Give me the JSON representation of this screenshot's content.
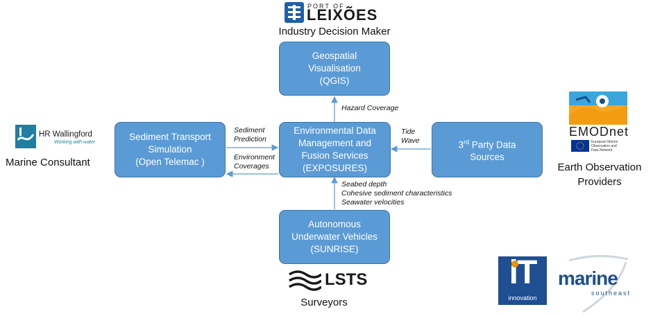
{
  "boxes": {
    "geo": [
      "Geospatial",
      "Visualisation",
      "(QGIS)"
    ],
    "env": [
      "Environmental Data",
      "Management and",
      "Fusion Services",
      "(EXPOSURES)"
    ],
    "sed": [
      "Sediment Transport",
      "Simulation",
      "(Open Telemac )"
    ],
    "third": {
      "num": "3",
      "sup": "rd",
      "rest": " Party Data",
      "line2": "Sources"
    },
    "auv": [
      "Autonomous",
      "Underwater Vehicles",
      "(SUNRISE)"
    ]
  },
  "labels": {
    "hazard": "Hazard Coverage",
    "sediment_prediction": [
      "Sediment",
      "Prediction"
    ],
    "environment_coverages": [
      "Environment",
      "Coverages"
    ],
    "tide_wave": [
      "Tide",
      "Wave"
    ],
    "seabed": [
      "Seabed depth",
      "Cohesive sediment characteristics",
      "Seawater velocities"
    ]
  },
  "captions": {
    "top": "Industry Decision Maker",
    "left": "Marine Consultant",
    "right": [
      "Earth Observation",
      "Providers"
    ],
    "bottom": "Surveyors"
  },
  "logos": {
    "port": {
      "small": "PORT OF",
      "big": "LEIXÕES"
    },
    "hr": {
      "name": "HR Wallingford",
      "tagline": "Working with water"
    },
    "emodnet": {
      "name": "EMODnet",
      "sub": [
        "European Marine",
        "Observation and",
        "Data Network"
      ]
    },
    "lsts": "LSTS",
    "it": {
      "letters": "iT",
      "word": "innovation"
    },
    "marine": {
      "word": "marine",
      "sub": "southeast"
    }
  },
  "colors": {
    "box_fill": "#5b9bd5",
    "box_border": "#41719c",
    "arrow": "#5b9bd5",
    "hr_teal": "#1f7ea1",
    "eu_blue": "#003399"
  }
}
